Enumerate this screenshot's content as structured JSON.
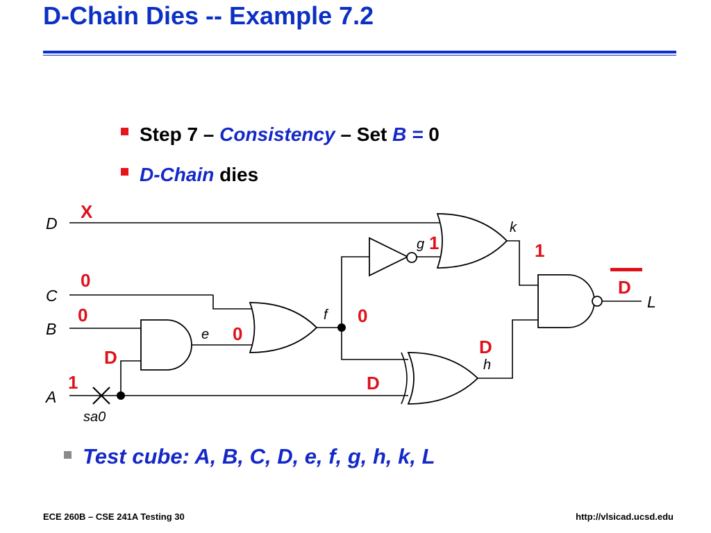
{
  "slide": {
    "title": "D-Chain Dies -- Example 7.2",
    "bullets": [
      {
        "pre": "Step 7 – ",
        "italic": "Consistency",
        "mid": " – Set ",
        "italic2": "B =",
        "post": " 0"
      },
      {
        "italic": "D-Chain",
        "post": " dies"
      }
    ],
    "test_cube": {
      "label": "Test cube",
      "sep": ":",
      "signals": "A, B, C, D, e, f, g, h, k, L"
    },
    "footer_left": "ECE 260B – CSE 241A Testing 30",
    "footer_right": "http://vlsicad.ucsd.edu"
  },
  "circuit": {
    "inputs": {
      "D": "D",
      "C": "C",
      "B": "B",
      "A": "A"
    },
    "nodes": {
      "e": "e",
      "f": "f",
      "g": "g",
      "h": "h",
      "k": "k",
      "L": "L"
    },
    "fault": "sa0",
    "values": {
      "D": "X",
      "C": "0",
      "B": "0",
      "A": "1",
      "A_branch": "D",
      "e": "0",
      "f": "0",
      "g": "1",
      "k": "1",
      "h_top": "D",
      "h_in": "D",
      "L": "D"
    },
    "L_overbar": true,
    "colors": {
      "value": "#e0101a",
      "title": "#0c30c4"
    }
  }
}
